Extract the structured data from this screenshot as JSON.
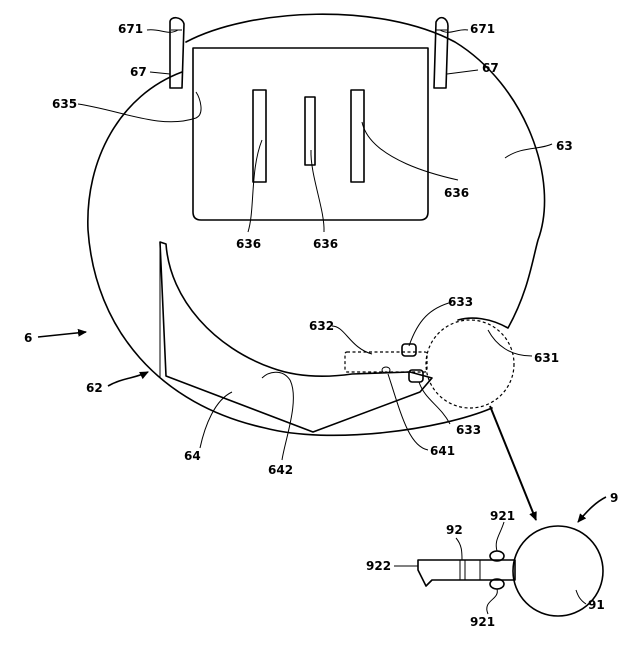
{
  "figure": {
    "labels": {
      "l671_left": "671",
      "l671_right": "671",
      "l67_left": "67",
      "l67_right": "67",
      "l635": "635",
      "l63": "63",
      "l636_right": "636",
      "l636_a": "636",
      "l636_b": "636",
      "l6": "6",
      "l632": "632",
      "l633_top": "633",
      "l631": "631",
      "l62": "62",
      "l633_bottom": "633",
      "l641": "641",
      "l64": "64",
      "l642": "642",
      "l9": "9",
      "l921_top": "921",
      "l92": "92",
      "l922": "922",
      "l91": "91",
      "l921_bottom": "921"
    }
  }
}
